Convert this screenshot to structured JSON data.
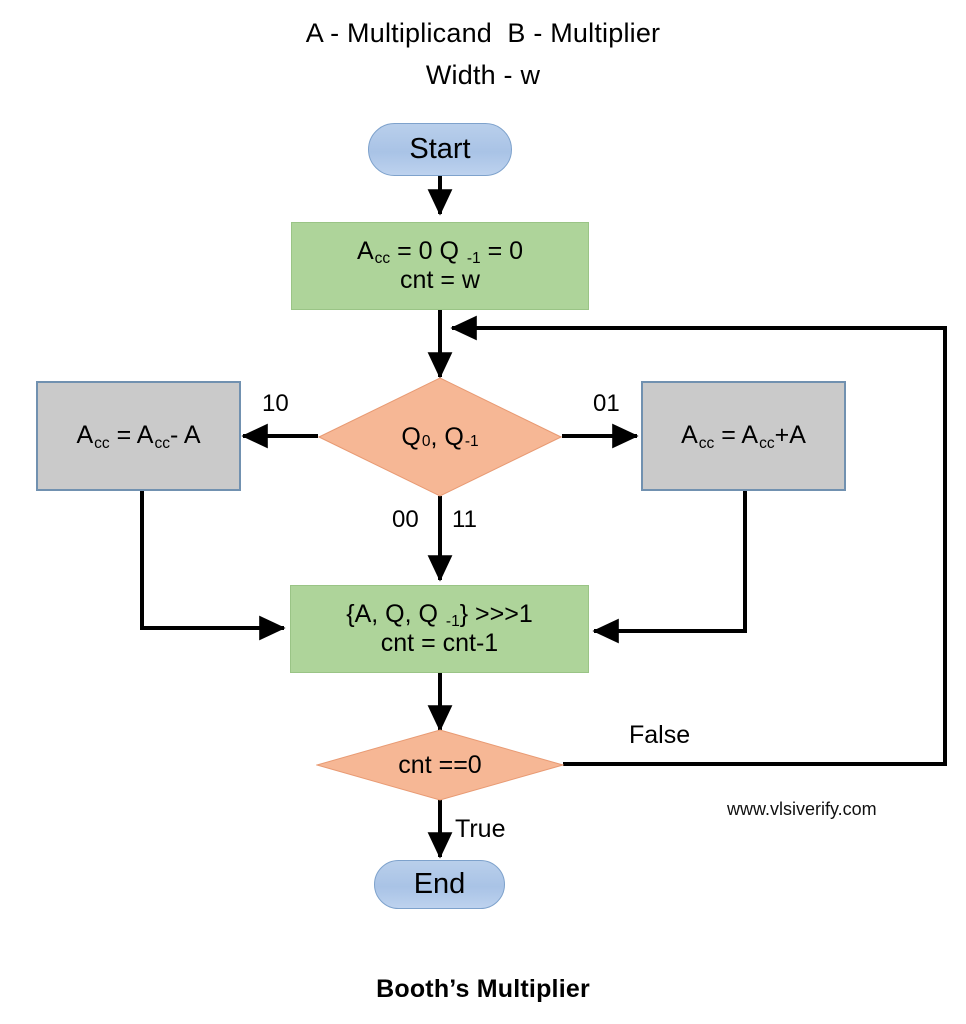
{
  "title": {
    "line1": "A - Multiplicand  B - Multiplier",
    "line2": "Width - w"
  },
  "caption": "Booth’s Multiplier",
  "watermark": "www.vlsiverify.com",
  "colors": {
    "terminator_fill": "#afc8e8",
    "terminator_border": "#7ea2cc",
    "process_green_fill": "#aed49a",
    "process_green_border": "#9ac486",
    "process_gray_fill": "#cacaca",
    "process_gray_border": "#7191b0",
    "decision_fill": "#f6b795",
    "decision_border": "#e89a73",
    "edge_color": "#000000",
    "text_color": "#000000"
  },
  "nodes": {
    "start": {
      "label": "Start",
      "shape": "terminator"
    },
    "init": {
      "shape": "process",
      "line1_pre": "A",
      "line1_sub1": "cc",
      "line1_mid": " = 0 Q ",
      "line1_sub2": "-1",
      "line1_post": " = 0",
      "line2": "cnt = w"
    },
    "decision_bits": {
      "shape": "decision",
      "pre": "Q ",
      "sub1": "0",
      "mid": ", Q ",
      "sub2": "-1",
      "post": ""
    },
    "subtract": {
      "shape": "process",
      "pre": "A",
      "sub1": "cc",
      "mid": " = A",
      "sub2": "cc",
      "post": "- A"
    },
    "add": {
      "shape": "process",
      "pre": "A",
      "sub1": "cc",
      "mid": " = A",
      "sub2": "cc",
      "post": "+A"
    },
    "shift": {
      "shape": "process",
      "line1_pre": "{A, Q, Q ",
      "line1_sub": "-1",
      "line1_post": "} >>>1",
      "line2": "cnt = cnt-1"
    },
    "decision_cnt": {
      "shape": "decision",
      "label": "cnt ==0"
    },
    "end": {
      "label": "End",
      "shape": "terminator"
    }
  },
  "edge_labels": {
    "left_branch": "10",
    "right_branch": "01",
    "down_branch_a": "00",
    "down_branch_b": "11",
    "loop_false": "False",
    "exit_true": "True"
  },
  "chart_data": {
    "type": "flowchart",
    "title": "Booth’s Multiplier",
    "nodes": [
      {
        "id": "start",
        "type": "terminator",
        "text": "Start"
      },
      {
        "id": "init",
        "type": "process",
        "text": "Acc = 0 Q-1 = 0 / cnt = w"
      },
      {
        "id": "decision_bits",
        "type": "decision",
        "text": "Q0, Q-1"
      },
      {
        "id": "subtract",
        "type": "process",
        "text": "Acc = Acc- A"
      },
      {
        "id": "add",
        "type": "process",
        "text": "Acc = Acc+A"
      },
      {
        "id": "shift",
        "type": "process",
        "text": "{A, Q, Q-1} >>>1 / cnt = cnt-1"
      },
      {
        "id": "decision_cnt",
        "type": "decision",
        "text": "cnt ==0"
      },
      {
        "id": "end",
        "type": "terminator",
        "text": "End"
      }
    ],
    "edges": [
      {
        "from": "start",
        "to": "init",
        "label": ""
      },
      {
        "from": "init",
        "to": "decision_bits",
        "label": ""
      },
      {
        "from": "decision_bits",
        "to": "subtract",
        "label": "10"
      },
      {
        "from": "decision_bits",
        "to": "add",
        "label": "01"
      },
      {
        "from": "decision_bits",
        "to": "shift",
        "label": "00 11"
      },
      {
        "from": "subtract",
        "to": "shift",
        "label": ""
      },
      {
        "from": "add",
        "to": "shift",
        "label": ""
      },
      {
        "from": "shift",
        "to": "decision_cnt",
        "label": ""
      },
      {
        "from": "decision_cnt",
        "to": "decision_bits",
        "label": "False"
      },
      {
        "from": "decision_cnt",
        "to": "end",
        "label": "True"
      }
    ]
  }
}
